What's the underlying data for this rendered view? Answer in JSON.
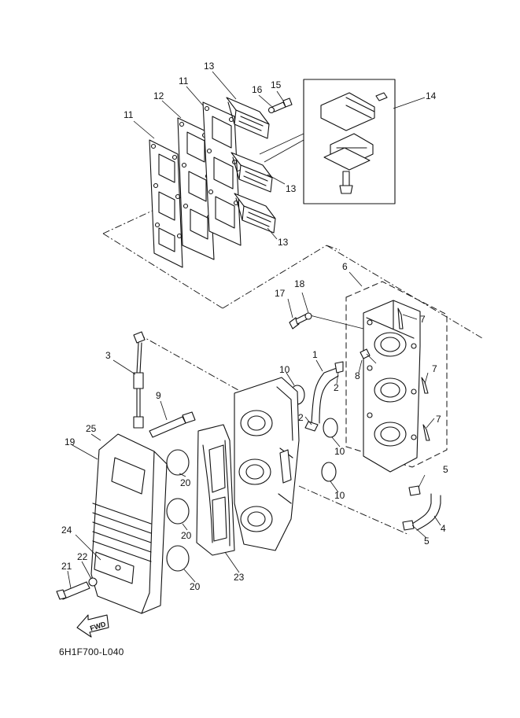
{
  "diagram_code": "6H1F700-L040",
  "fwd_label": "FWD",
  "callouts": {
    "c1": "1",
    "c2a": "2",
    "c2b": "2",
    "c3": "3",
    "c4": "4",
    "c5a": "5",
    "c5b": "5",
    "c6": "6",
    "c7a": "7",
    "c7b": "7",
    "c7c": "7",
    "c8": "8",
    "c9": "9",
    "c10a": "10",
    "c10b": "10",
    "c10c": "10",
    "c11a": "11",
    "c11b": "11",
    "c12": "12",
    "c13a": "13",
    "c13b": "13",
    "c13c": "13",
    "c14": "14",
    "c15": "15",
    "c16": "16",
    "c17": "17",
    "c18": "18",
    "c19": "19",
    "c20a": "20",
    "c20b": "20",
    "c20c": "20",
    "c21": "21",
    "c22": "22",
    "c23": "23",
    "c24": "24",
    "c25": "25"
  }
}
